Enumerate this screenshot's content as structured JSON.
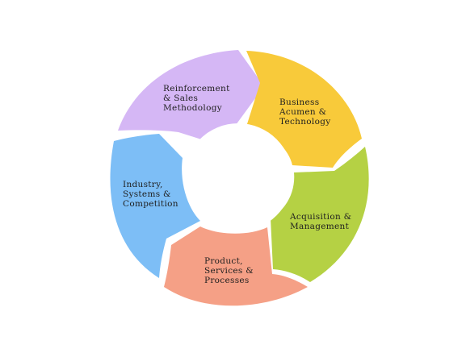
{
  "diagram": {
    "segments": [
      {
        "id": "reinforcement",
        "label_lines": [
          "Reinforcement",
          "& Sales",
          "Methodology"
        ],
        "color": "#D5B7F5"
      },
      {
        "id": "business-acumen",
        "label_lines": [
          "Business",
          "Acumen &",
          "Technology"
        ],
        "color": "#F8CA3A"
      },
      {
        "id": "acquisition",
        "label_lines": [
          "Acquisition &",
          "Management"
        ],
        "color": "#B5D144"
      },
      {
        "id": "product-services",
        "label_lines": [
          "Product,",
          "Services &",
          "Processes"
        ],
        "color": "#F5A086"
      },
      {
        "id": "industry",
        "label_lines": [
          "Industry,",
          "Systems &",
          "Competition"
        ],
        "color": "#7DBEF6"
      }
    ]
  }
}
